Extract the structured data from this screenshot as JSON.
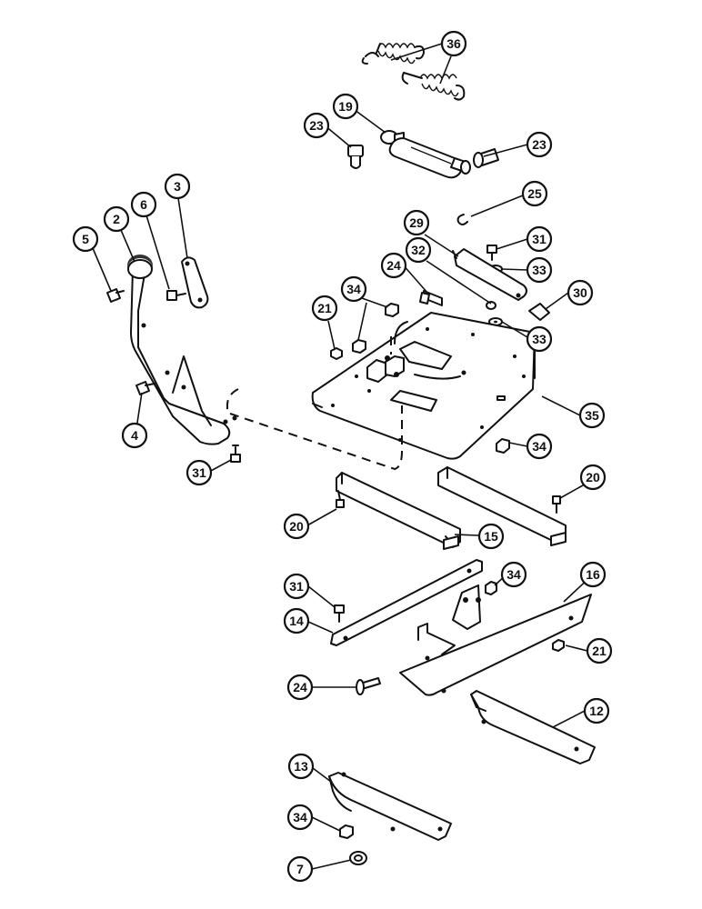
{
  "callouts": [
    {
      "id": "c36",
      "label": "36"
    },
    {
      "id": "c19",
      "label": "19"
    },
    {
      "id": "c23a",
      "label": "23"
    },
    {
      "id": "c23b",
      "label": "23"
    },
    {
      "id": "c25",
      "label": "25"
    },
    {
      "id": "c3",
      "label": "3"
    },
    {
      "id": "c6",
      "label": "6"
    },
    {
      "id": "c2",
      "label": "2"
    },
    {
      "id": "c5",
      "label": "5"
    },
    {
      "id": "c29",
      "label": "29"
    },
    {
      "id": "c31a",
      "label": "31"
    },
    {
      "id": "c24a",
      "label": "24"
    },
    {
      "id": "c32",
      "label": "32"
    },
    {
      "id": "c33a",
      "label": "33"
    },
    {
      "id": "c34a",
      "label": "34"
    },
    {
      "id": "c21a",
      "label": "21"
    },
    {
      "id": "c30",
      "label": "30"
    },
    {
      "id": "c33b",
      "label": "33"
    },
    {
      "id": "c4",
      "label": "4"
    },
    {
      "id": "c35",
      "label": "35"
    },
    {
      "id": "c34b",
      "label": "34"
    },
    {
      "id": "c31b",
      "label": "31"
    },
    {
      "id": "c20a",
      "label": "20"
    },
    {
      "id": "c20b",
      "label": "20"
    },
    {
      "id": "c15",
      "label": "15"
    },
    {
      "id": "c31c",
      "label": "31"
    },
    {
      "id": "c34c",
      "label": "34"
    },
    {
      "id": "c16",
      "label": "16"
    },
    {
      "id": "c14",
      "label": "14"
    },
    {
      "id": "c21b",
      "label": "21"
    },
    {
      "id": "c24b",
      "label": "24"
    },
    {
      "id": "c12",
      "label": "12"
    },
    {
      "id": "c13",
      "label": "13"
    },
    {
      "id": "c34d",
      "label": "34"
    },
    {
      "id": "c7",
      "label": "7"
    }
  ]
}
